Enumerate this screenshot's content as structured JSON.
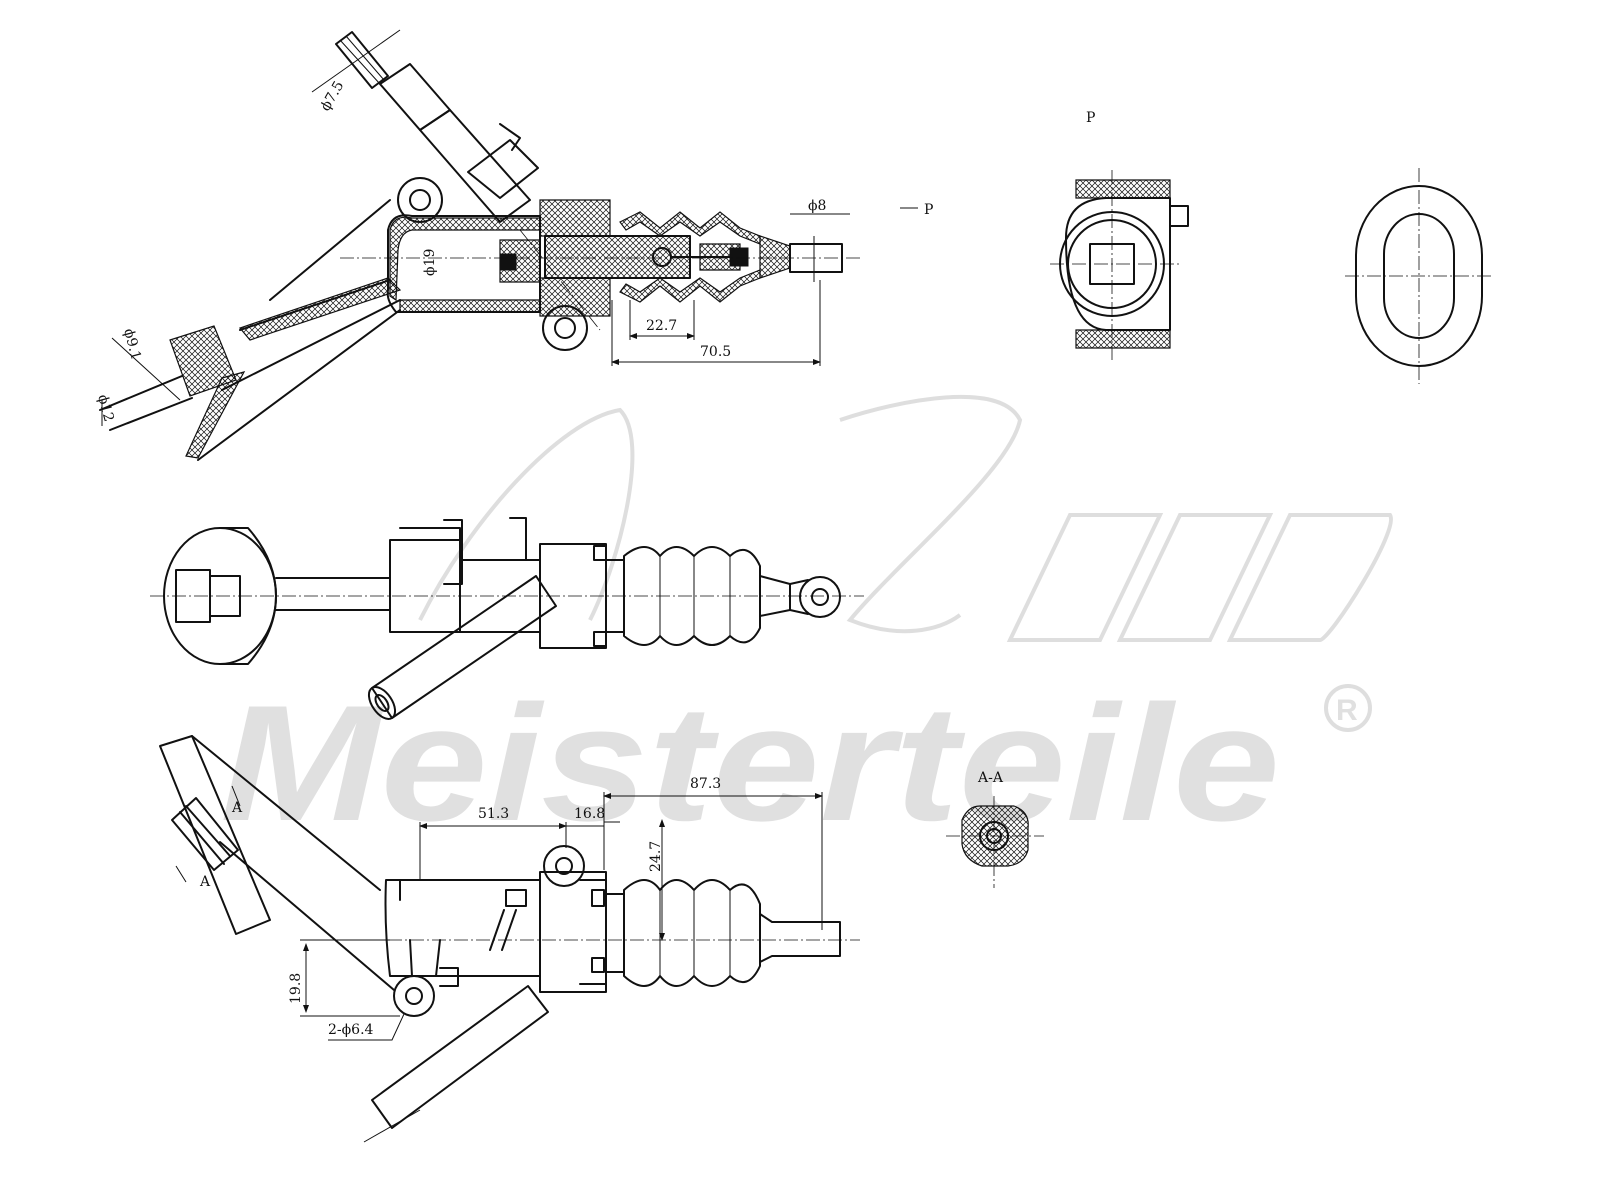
{
  "watermark": {
    "brand": "Meisterteile",
    "mark": "A.Z.",
    "registered": "R"
  },
  "dimensions": {
    "d_7_5": "ϕ7.5",
    "d_19": "ϕ19",
    "d_8": "ϕ8",
    "d_9_1": "ϕ9.1",
    "d_12": "ϕ12",
    "len_22_7": "22.7",
    "len_70_5": "70.5",
    "len_87_3": "87.3",
    "len_51_3": "51.3",
    "len_16_8": "16.8",
    "len_24_7": "24.7",
    "len_19_8": "19.8",
    "holes": "2-ϕ6.4"
  },
  "views": {
    "p_arrow_label": "P",
    "p_view_title": "P",
    "section_title": "A-A",
    "section_mark_a1": "A",
    "section_mark_a2": "A"
  }
}
